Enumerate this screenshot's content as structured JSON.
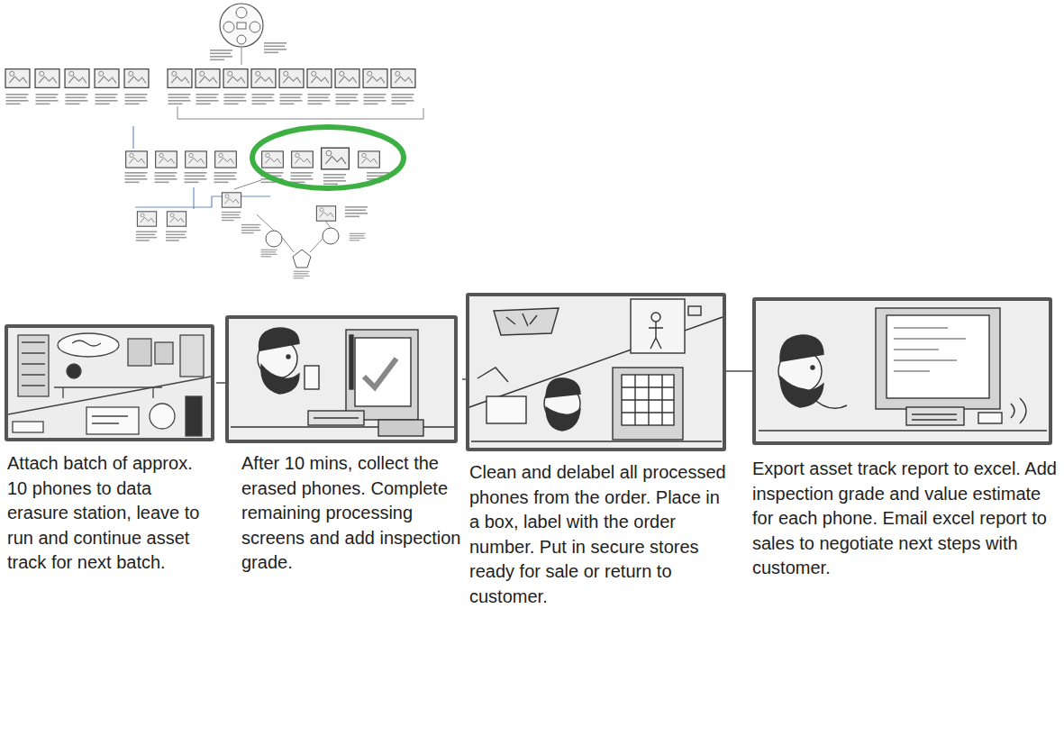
{
  "diagram": {
    "nodes": [
      {
        "text": [
          "Attach batch of approx. 10 phones to data erasure station, leave to run and continue asset track for next batch."
        ]
      },
      {
        "text": [
          "After 10 mins, collect the erased phones. Complete remaining processing screens and add inspection grade."
        ]
      },
      {
        "text": [
          "Clean and delabel all processed phones from the order. Place in a box, label with the order number. Put in secure stores ready for sale or return to customer."
        ]
      },
      {
        "text": [
          "Export asset track report to excel. Add inspection grade and value estimate for each phone. Email excel report to sales to negotiate next steps with customer."
        ]
      }
    ],
    "edges": [
      {
        "from": 0,
        "to": 1,
        "arrow": "none"
      },
      {
        "from": 1,
        "to": 2,
        "arrow": "none"
      },
      {
        "from": 2,
        "to": 3,
        "arrow": "none"
      }
    ]
  }
}
